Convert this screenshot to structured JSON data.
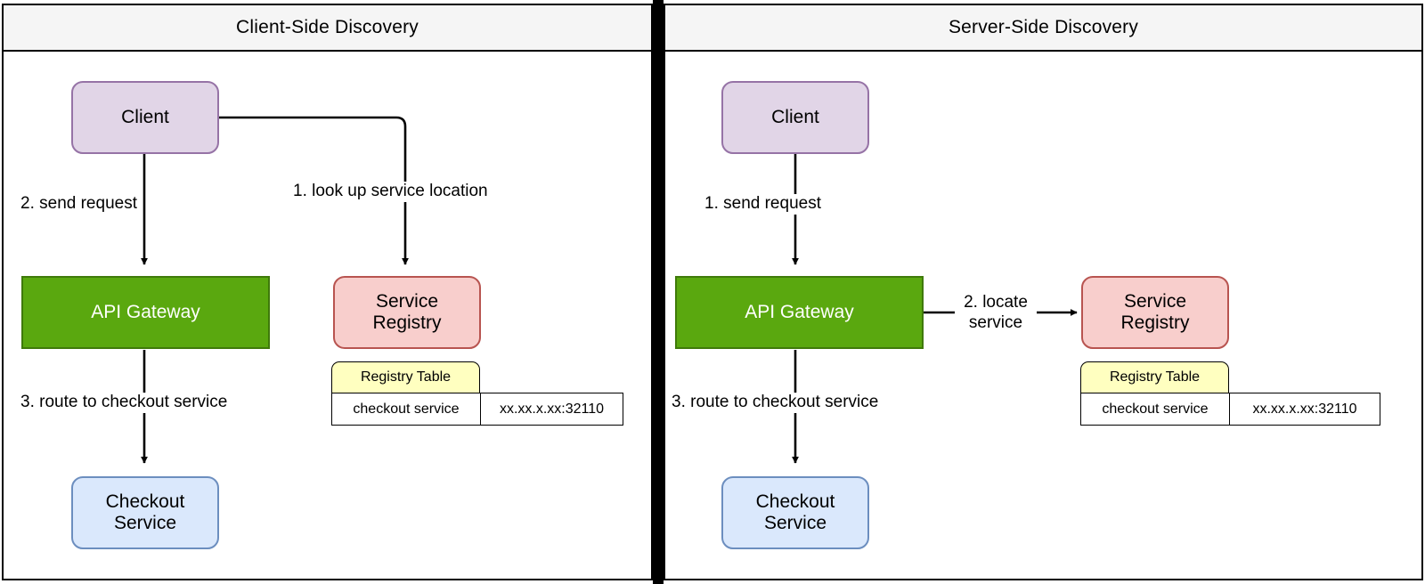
{
  "panels": [
    {
      "id": "client-side",
      "title": "Client-Side Discovery",
      "nodes": [
        {
          "id": "client",
          "label": "Client"
        },
        {
          "id": "gateway",
          "label": "API Gateway"
        },
        {
          "id": "registry",
          "label": "Service\nRegistry"
        },
        {
          "id": "checkout",
          "label": "Checkout\nService"
        }
      ],
      "edge_labels": [
        {
          "id": "step-2-send-request",
          "text": "2. send request"
        },
        {
          "id": "step-1-lookup",
          "text": "1. look up service location"
        },
        {
          "id": "step-3-route",
          "text": "3. route to checkout service"
        }
      ],
      "registry_table": {
        "header": "Registry Table",
        "rows": [
          {
            "service": "checkout service",
            "address": "xx.xx.x.xx:32110"
          }
        ]
      }
    },
    {
      "id": "server-side",
      "title": "Server-Side Discovery",
      "nodes": [
        {
          "id": "client",
          "label": "Client"
        },
        {
          "id": "gateway",
          "label": "API Gateway"
        },
        {
          "id": "registry",
          "label": "Service\nRegistry"
        },
        {
          "id": "checkout",
          "label": "Checkout\nService"
        }
      ],
      "edge_labels": [
        {
          "id": "step-1-send-request",
          "text": "1. send request"
        },
        {
          "id": "step-2-locate",
          "text": "2. locate\nservice"
        },
        {
          "id": "step-3-route",
          "text": "3. route to checkout service"
        }
      ],
      "registry_table": {
        "header": "Registry Table",
        "rows": [
          {
            "service": "checkout service",
            "address": "xx.xx.x.xx:32110"
          }
        ]
      }
    }
  ],
  "colors": {
    "client_fill": "#e1d5e7",
    "client_stroke": "#9673a6",
    "gateway_fill": "#5aa80f",
    "gateway_stroke": "#3f7a0a",
    "gateway_text": "#ffffff",
    "registry_fill": "#f8cecc",
    "registry_stroke": "#b85450",
    "checkout_fill": "#dae8fc",
    "checkout_stroke": "#6c8ebf",
    "table_header_fill": "#ffffc0",
    "panel_header_fill": "#f5f5f5",
    "stroke": "#000000"
  }
}
